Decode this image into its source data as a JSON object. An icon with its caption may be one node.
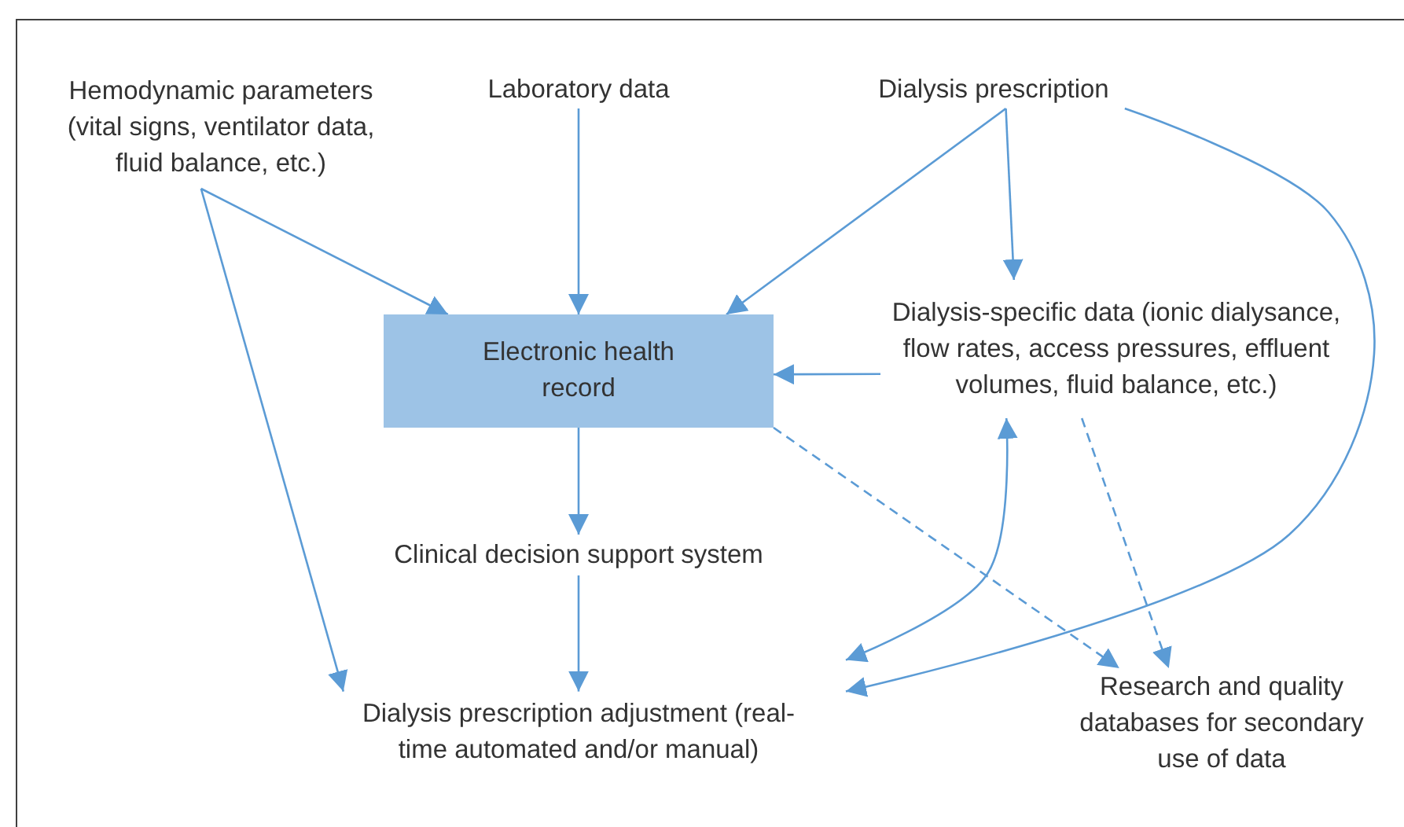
{
  "diagram": {
    "nodes": [
      {
        "text": [
          "Hemodynamic parameters (vital signs, ventilator data, fluid balance, etc.)"
        ]
      },
      {
        "text": [
          "Laboratory data"
        ]
      },
      {
        "text": [
          "Dialysis prescription"
        ]
      },
      {
        "text": [
          "Electronic health record"
        ]
      },
      {
        "text": [
          "Dialysis-specific data (ionic dialysance, flow rates, access pressures, effluent volumes, fluid balance, etc.)"
        ]
      },
      {
        "text": [
          "Clinical decision support system"
        ]
      },
      {
        "text": [
          "Dialysis prescription adjustment (real-time automated and/or manual)"
        ]
      },
      {
        "text": [
          "Research and quality databases for secondary use of data"
        ]
      }
    ],
    "edges": [
      {
        "from": 0,
        "to": 3,
        "arrow": "to"
      },
      {
        "from": 0,
        "to": 6,
        "arrow": "to"
      },
      {
        "from": 1,
        "to": 3,
        "arrow": "to"
      },
      {
        "from": 2,
        "to": 3,
        "arrow": "to"
      },
      {
        "from": 2,
        "to": 4,
        "arrow": "to"
      },
      {
        "from": 4,
        "to": 3,
        "arrow": "to"
      },
      {
        "from": 3,
        "to": 5,
        "arrow": "to"
      },
      {
        "from": 5,
        "to": 6,
        "arrow": "to"
      },
      {
        "from": 4,
        "to": 6,
        "arrow": "both"
      },
      {
        "from": 2,
        "to": 6,
        "arrow": "to"
      },
      {
        "from": 3,
        "to": 7,
        "arrow": "to",
        "style": "dashed"
      },
      {
        "from": 4,
        "to": 7,
        "arrow": "to",
        "style": "dashed"
      }
    ]
  }
}
